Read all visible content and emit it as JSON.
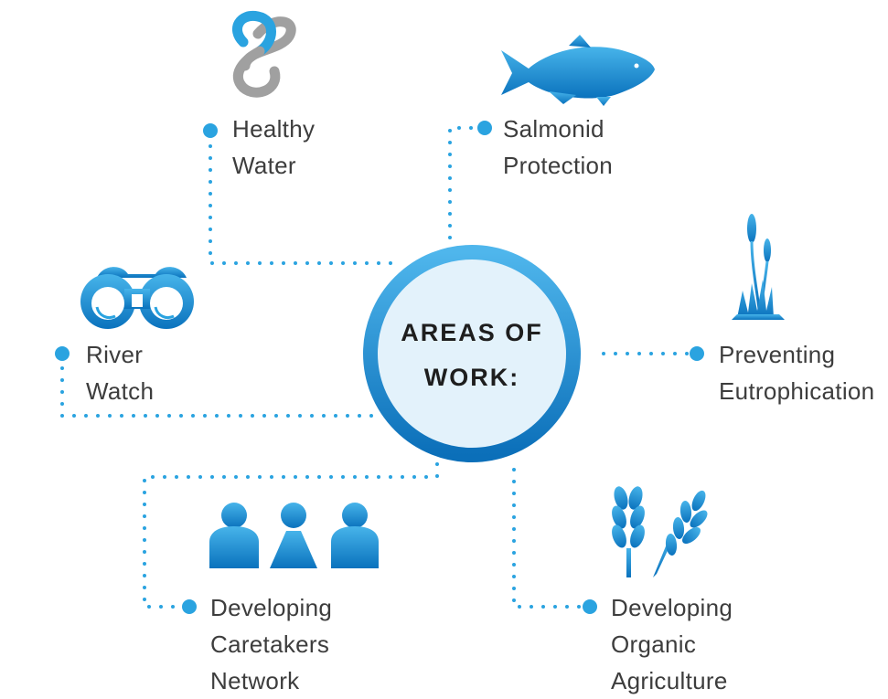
{
  "center": {
    "line1": "AREAS OF",
    "line2": "WORK:"
  },
  "areas": [
    {
      "id": "healthy-water",
      "lines": [
        "Healthy",
        "Water"
      ],
      "icon": "infinity-loop-icon"
    },
    {
      "id": "salmonid-protection",
      "lines": [
        "Salmonid",
        "Protection"
      ],
      "icon": "salmon-fish-icon"
    },
    {
      "id": "preventing-eutrophication",
      "lines": [
        "Preventing",
        "Eutrophication"
      ],
      "icon": "reed-plant-icon"
    },
    {
      "id": "river-watch",
      "lines": [
        "River",
        "Watch"
      ],
      "icon": "binoculars-icon"
    },
    {
      "id": "developing-caretakers-network",
      "lines": [
        "Developing",
        "Caretakers",
        "Network"
      ],
      "icon": "people-group-icon"
    },
    {
      "id": "developing-organic-agriculture",
      "lines": [
        "Developing",
        "Organic",
        "Agriculture"
      ],
      "icon": "wheat-ears-icon"
    }
  ],
  "colors": {
    "accent": "#2aa3e0",
    "accent_dark": "#0a72bd",
    "ring": "#1189d4",
    "center_fill": "#e3f2fb",
    "gray": "#a0a0a0",
    "text": "#3d3d3d"
  }
}
